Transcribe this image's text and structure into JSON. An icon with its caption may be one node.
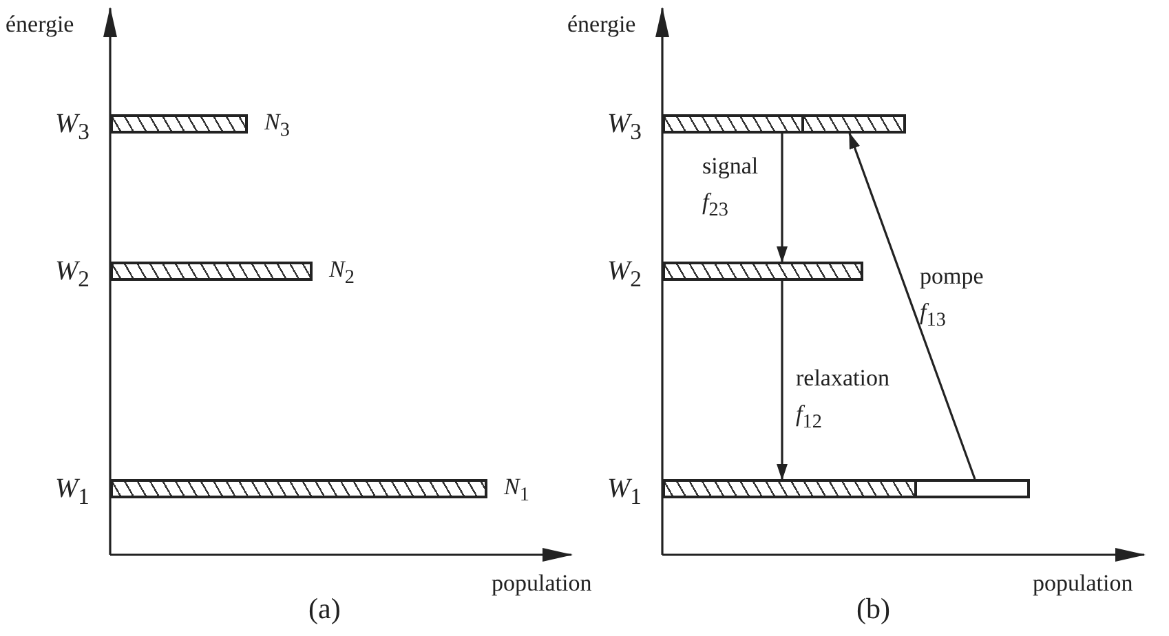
{
  "diagram": {
    "nodes": [
      {
        "text": [],
        "shape": "bar",
        "beside": [
          "*W*$_{3}$",
          "*N*$_{3}$"
        ]
      },
      {
        "text": [],
        "shape": "bar",
        "beside": [
          "*W*$_{2}$",
          "*N*$_{2}$"
        ]
      },
      {
        "text": [],
        "shape": "bar",
        "beside": [
          "*W*$_{1}$",
          "*N*$_{1}$"
        ]
      },
      {
        "text": [],
        "shape": "bar",
        "beside": [
          "*W*$_{3}$"
        ]
      },
      {
        "text": [],
        "shape": "bar",
        "beside": [
          "*W*$_{2}$"
        ]
      },
      {
        "text": [],
        "shape": "bar",
        "beside": [
          "*W*$_{1}$"
        ]
      }
    ],
    "edges": [
      {
        "from": 3,
        "to": 4,
        "arrow": "to",
        "label": "signal *f*$_{23}$"
      },
      {
        "from": 4,
        "to": 5,
        "arrow": "to",
        "label": "relaxation *f*$_{12}$"
      },
      {
        "from": 5,
        "to": 3,
        "arrow": "to",
        "label": "pompe *f*$_{13}$"
      }
    ],
    "labels": [
      "énergie",
      "énergie",
      "population",
      "population",
      "(a)",
      "(b)"
    ]
  }
}
